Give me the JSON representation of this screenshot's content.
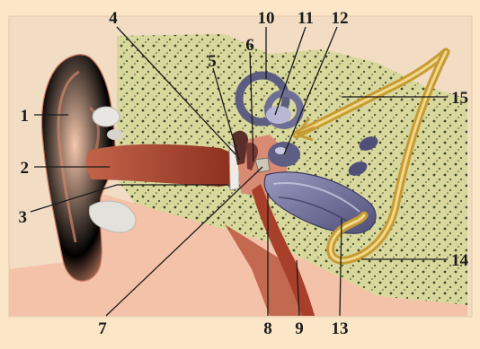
{
  "figure": {
    "callouts": [
      {
        "id": "1",
        "text": "1"
      },
      {
        "id": "2",
        "text": "2"
      },
      {
        "id": "3",
        "text": "3"
      },
      {
        "id": "4",
        "text": "4"
      },
      {
        "id": "5",
        "text": "5"
      },
      {
        "id": "6",
        "text": "6"
      },
      {
        "id": "7",
        "text": "7"
      },
      {
        "id": "8",
        "text": "8"
      },
      {
        "id": "9",
        "text": "9"
      },
      {
        "id": "10",
        "text": "10"
      },
      {
        "id": "11",
        "text": "11"
      },
      {
        "id": "12",
        "text": "12"
      },
      {
        "id": "13",
        "text": "13"
      },
      {
        "id": "14",
        "text": "14"
      },
      {
        "id": "15",
        "text": "15"
      }
    ]
  },
  "colors": {
    "background": "#fbe6c7",
    "panel": "#f2dcc4",
    "skin": "#f0b99a",
    "bone": "#d8d79a",
    "canal": "#a1402a",
    "cochlea": "#6f6f96",
    "nerve": "#c79b34"
  }
}
